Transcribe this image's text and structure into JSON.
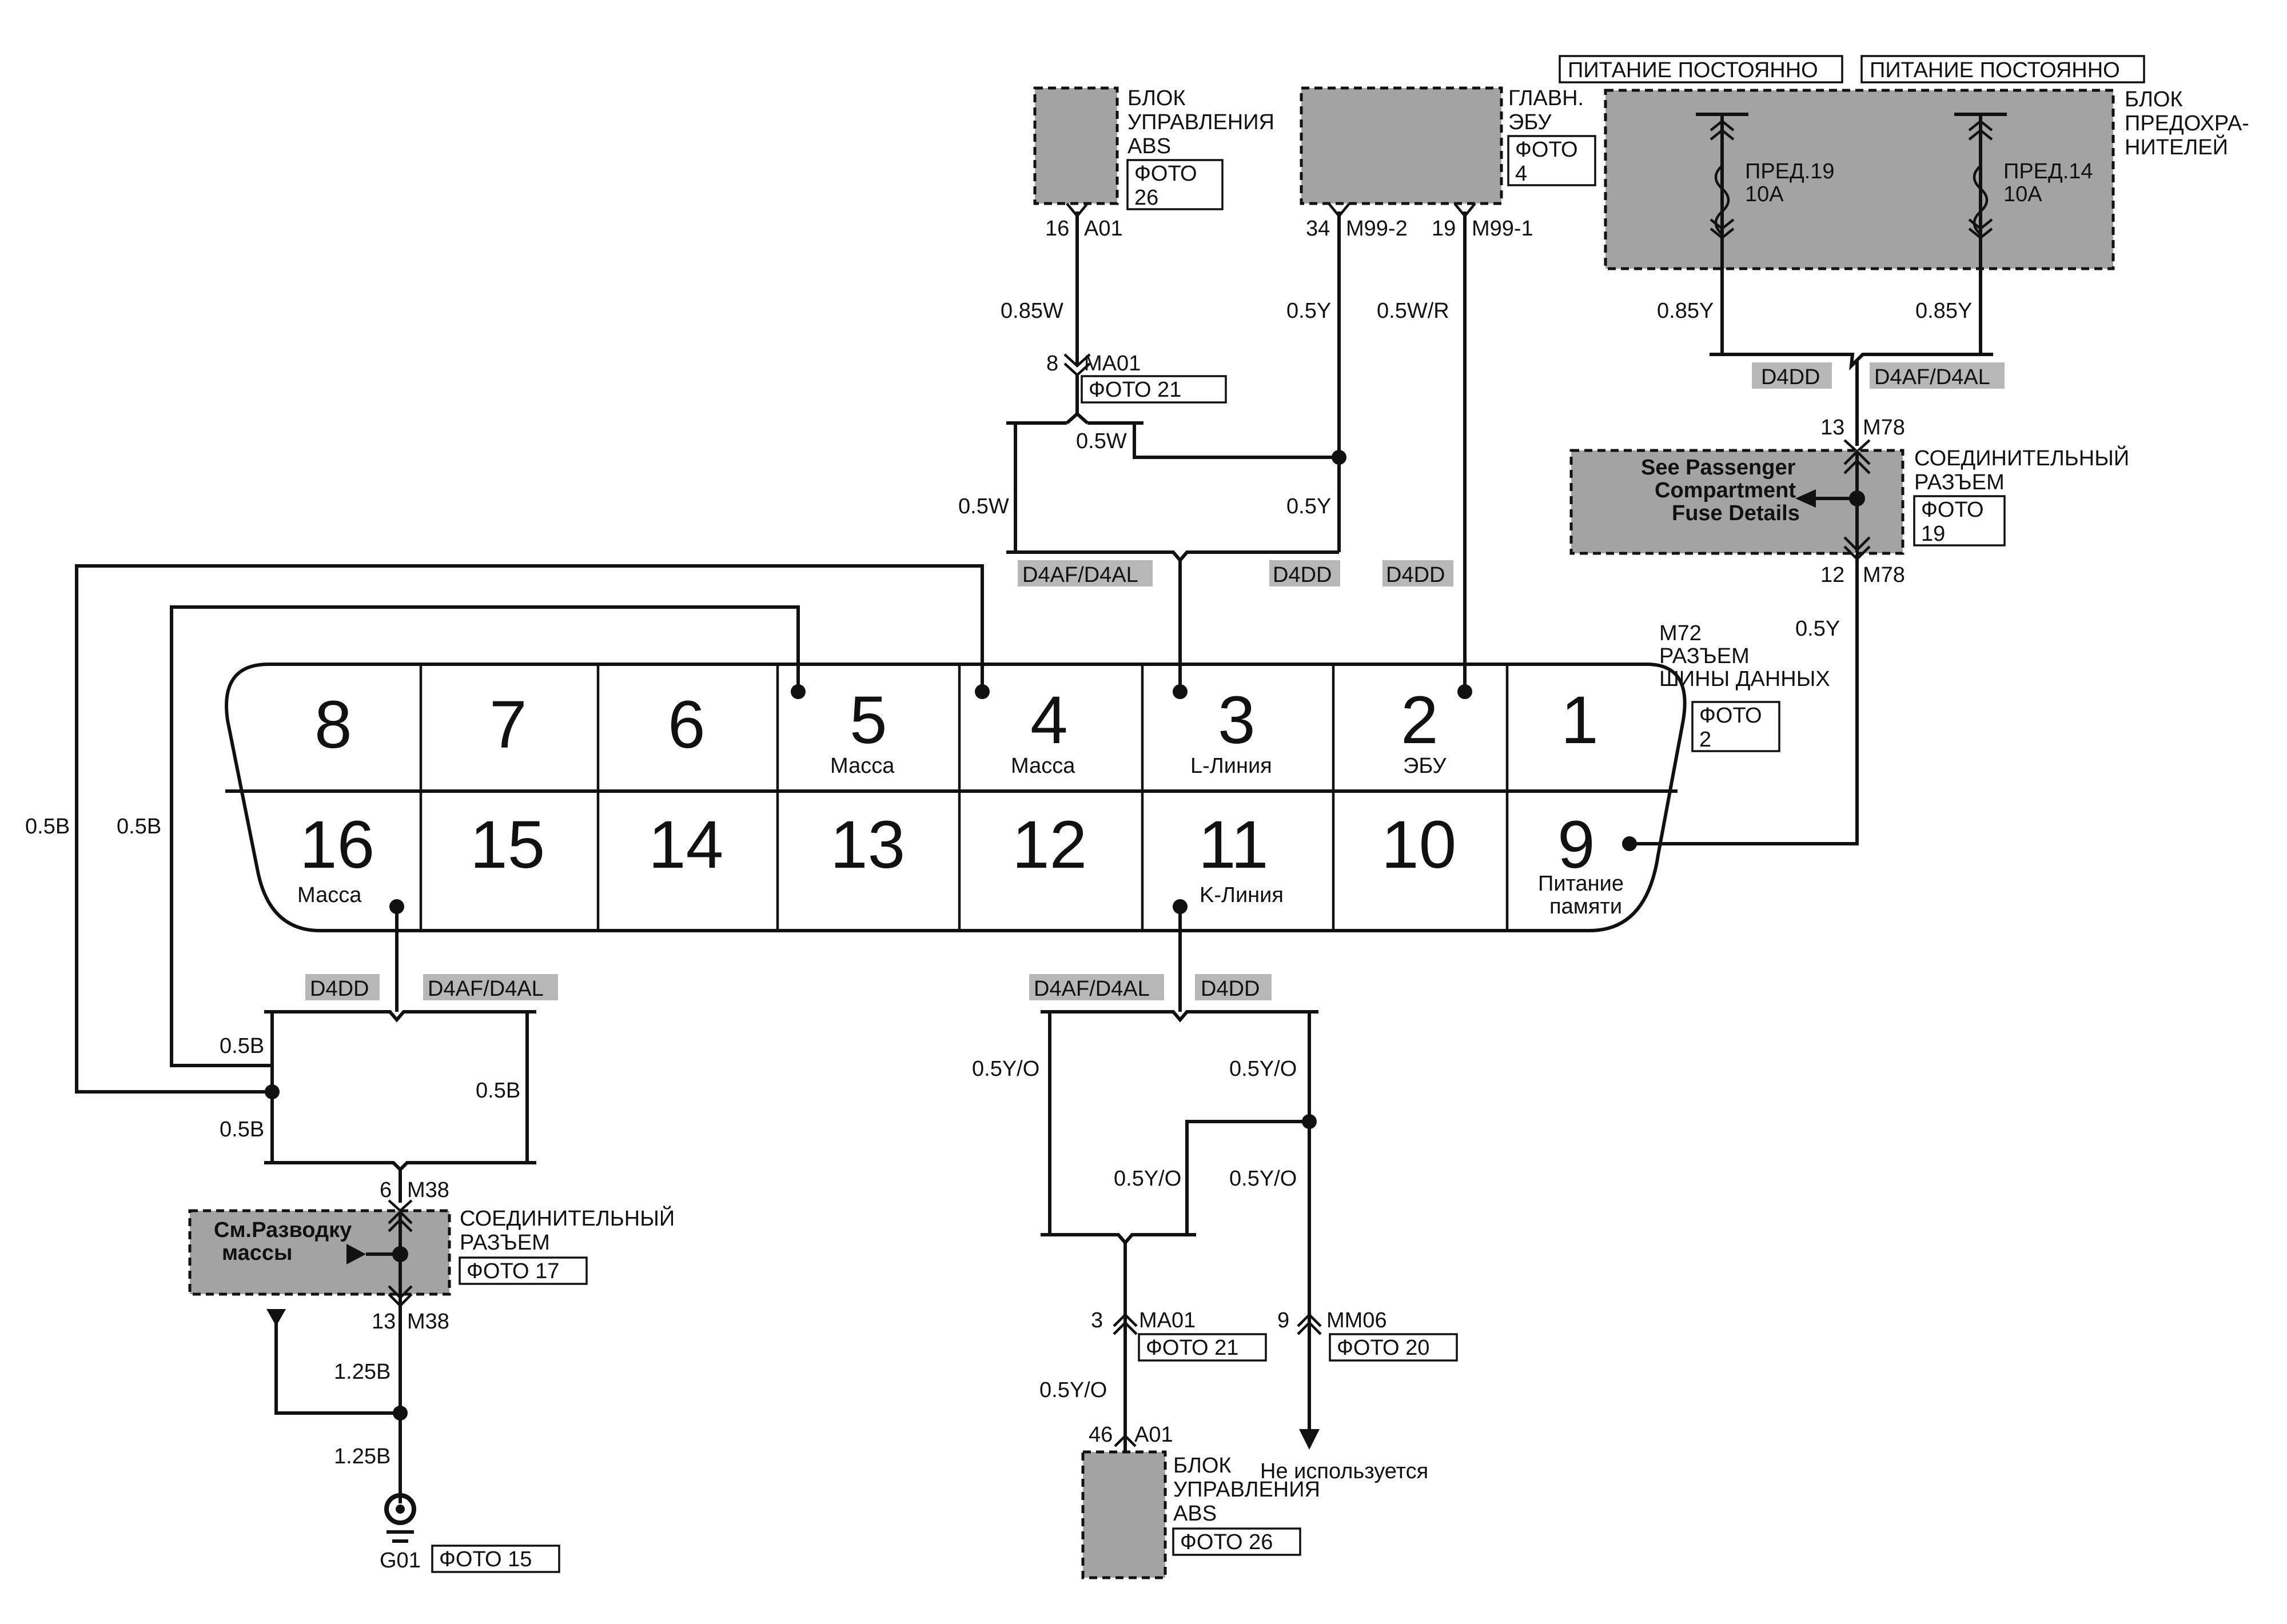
{
  "title_boxes": {
    "power_const_1": "ПИТАНИЕ ПОСТОЯННО",
    "power_const_2": "ПИТАНИЕ ПОСТОЯННО"
  },
  "components": {
    "abs_top": {
      "l1": "БЛОК",
      "l2": "УПРАВЛЕНИЯ",
      "l3": "ABS",
      "photo1": "ФОТО",
      "photo2": "26"
    },
    "ecu": {
      "l1": "ГЛАВН.",
      "l2": "ЭБУ",
      "photo1": "ФОТО",
      "photo2": "4"
    },
    "fuse_block": {
      "l1": "БЛОК",
      "l2": "ПРЕДОХРА-",
      "l3": "НИТЕЛЕЙ",
      "fuse19_a": "ПРЕД.19",
      "fuse19_b": "10A",
      "fuse14_a": "ПРЕД.14",
      "fuse14_b": "10A"
    },
    "connector_m78": {
      "inner1": "See Passenger",
      "inner2": "Compartment",
      "inner3": "Fuse Details",
      "l1": "СОЕДИНИТЕЛЬНЫЙ",
      "l2": "РАЗЪЕМ",
      "photo1": "ФОТО",
      "photo2": "19"
    },
    "data_bus": {
      "l1": "M72",
      "l2": "РАЗЪЕМ",
      "l3": "ШИНЫ ДАННЫХ",
      "photo1": "ФОТО",
      "photo2": "2"
    },
    "connector_m38": {
      "inner1": "См.Разводку",
      "inner2": "массы",
      "l1": "СОЕДИНИТЕЛЬНЫЙ",
      "l2": "РАЗЪЕМ",
      "photo": "ФОТО 17"
    },
    "abs_bottom": {
      "l1": "БЛОК",
      "l2": "УПРАВЛЕНИЯ",
      "l3": "ABS",
      "photo": "ФОТО 26"
    },
    "ground": {
      "id": "G01",
      "photo": "ФОТО 15"
    }
  },
  "pins_top": [
    {
      "num": "8",
      "label": ""
    },
    {
      "num": "7",
      "label": ""
    },
    {
      "num": "6",
      "label": ""
    },
    {
      "num": "5",
      "label": "Масса"
    },
    {
      "num": "4",
      "label": "Масса"
    },
    {
      "num": "3",
      "label": "L-Линия"
    },
    {
      "num": "2",
      "label": "ЭБУ"
    },
    {
      "num": "1",
      "label": ""
    }
  ],
  "pins_bottom": [
    {
      "num": "16",
      "label": "Масса"
    },
    {
      "num": "15",
      "label": ""
    },
    {
      "num": "14",
      "label": ""
    },
    {
      "num": "13",
      "label": ""
    },
    {
      "num": "12",
      "label": ""
    },
    {
      "num": "11",
      "label": "K-Линия"
    },
    {
      "num": "10",
      "label": ""
    },
    {
      "num": "9",
      "label": "Питание",
      "label2": "памяти"
    }
  ],
  "wire_labels": {
    "w_085w": "0.85W",
    "w_05y_ecu": "0.5Y",
    "w_05wr": "0.5W/R",
    "w_085y_l": "0.85Y",
    "w_085y_r": "0.85Y",
    "w_05w_mid": "0.5W",
    "w_05w_left": "0.5W",
    "w_05y_right": "0.5Y",
    "w_05y_m78": "0.5Y",
    "w_05b_far": "0.5B",
    "w_05b_near": "0.5B",
    "w_05b_a": "0.5B",
    "w_05b_b": "0.5B",
    "w_05b_c": "0.5B",
    "w_05yo_a": "0.5Y/O",
    "w_05yo_b": "0.5Y/O",
    "w_05yo_c": "0.5Y/O",
    "w_05yo_d": "0.5Y/O",
    "w_05yo_e": "0.5Y/O",
    "w_125b_a": "1.25B",
    "w_125b_b": "1.25B"
  },
  "pin_refs": {
    "a01_top_pin": "16",
    "a01_top": "A01",
    "m99_2_pin": "34",
    "m99_2": "M99-2",
    "m99_1_pin": "19",
    "m99_1": "M99-1",
    "ma01_top_pin": "8",
    "ma01_top": "MA01",
    "ma01_top_photo": "ФОТО 21",
    "m78_top_pin": "13",
    "m78_top": "M78",
    "m78_bot_pin": "12",
    "m78_bot": "M78",
    "m38_top_pin": "6",
    "m38_top": "M38",
    "m38_bot_pin": "13",
    "m38_bot": "M38",
    "ma01_bot_pin": "3",
    "ma01_bot": "MA01",
    "ma01_bot_photo": "ФОТО 21",
    "mm06_pin": "9",
    "mm06": "MM06",
    "mm06_photo": "ФОТО 20",
    "a01_bot_pin": "46",
    "a01_bot": "A01"
  },
  "variant_tags": {
    "t_d4dd_fuse": "D4DD",
    "t_d4af_fuse": "D4AF/D4AL",
    "t_d4af_top": "D4AF/D4AL",
    "t_d4dd_top": "D4DD",
    "t_d4dd_ecu": "D4DD",
    "t_d4dd_bl": "D4DD",
    "t_d4af_bl": "D4AF/D4AL",
    "t_d4af_bm": "D4AF/D4AL",
    "t_d4dd_bm": "D4DD"
  },
  "not_used": "Не используется"
}
